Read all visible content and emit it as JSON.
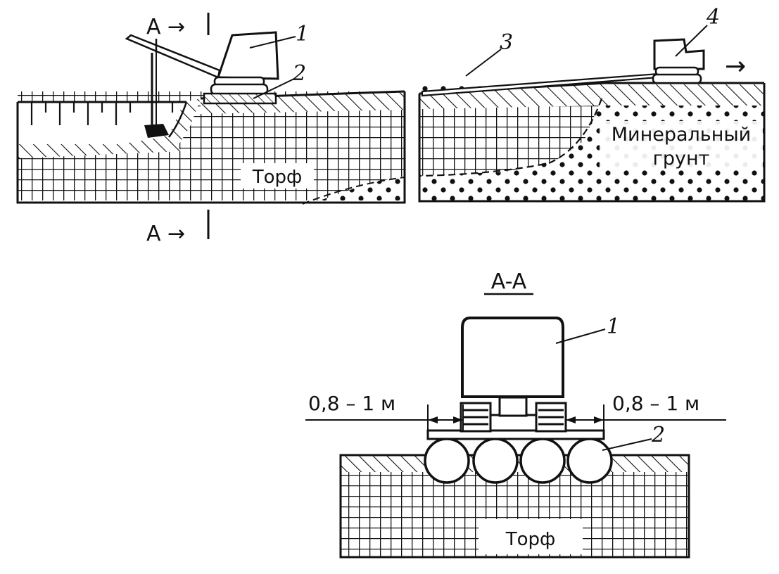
{
  "section_marks": {
    "top": "A →",
    "bottom": "A →"
  },
  "section_title": "A-A",
  "left_view": {
    "callouts": {
      "excavator": "1",
      "mat": "2"
    },
    "soil_label": "Торф"
  },
  "right_view": {
    "callouts": {
      "cable": "3",
      "tractor": "4"
    },
    "direction_arrow": "→",
    "mineral_label_line1": "Минеральный",
    "mineral_label_line2": "грунт"
  },
  "section_view": {
    "callouts": {
      "cab": "1",
      "logs": "2"
    },
    "dim_left": "0,8 – 1 м",
    "dim_right": "0,8 – 1 м",
    "soil_label": "Торф"
  },
  "colors": {
    "ink": "#111111",
    "paper": "#ffffff"
  }
}
